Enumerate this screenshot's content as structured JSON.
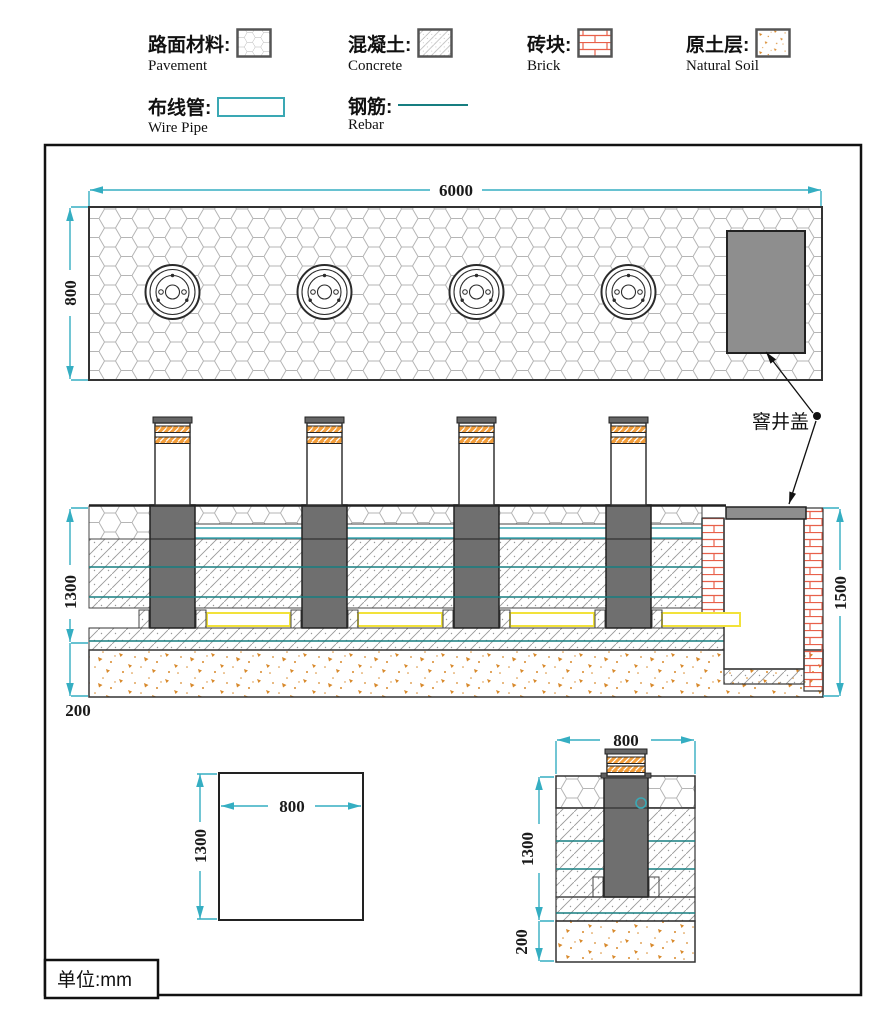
{
  "page": {
    "units_label": "单位:mm"
  },
  "legend": {
    "items": [
      {
        "id": "pavement",
        "label_cn": "路面材料:",
        "label_en": "Pavement"
      },
      {
        "id": "concrete",
        "label_cn": "混凝土:",
        "label_en": "Concrete"
      },
      {
        "id": "brick",
        "label_cn": "砖块:",
        "label_en": "Brick"
      },
      {
        "id": "soil",
        "label_cn": "原土层:",
        "label_en": "Natural Soil"
      },
      {
        "id": "wire-pipe",
        "label_cn": "布线管:",
        "label_en": "Wire Pipe"
      },
      {
        "id": "rebar",
        "label_cn": "钢筋:",
        "label_en": "Rebar"
      }
    ]
  },
  "plan_view": {
    "length_dim": "6000",
    "width_dim": "800"
  },
  "section_view": {
    "depth_dim": "1300",
    "subbase_dim": "200",
    "pit_depth_dim": "1500",
    "manhole_cover_label": "窨井盖"
  },
  "detail_plan": {
    "width_dim": "800",
    "height_dim": "1300"
  },
  "detail_section": {
    "width_dim": "800",
    "depth_dim": "1300",
    "subbase_dim": "200"
  },
  "colors": {
    "dimension": "#35aec2",
    "wire_pipe": "#3aa8b4",
    "rebar": "#177e80",
    "brick": "#e8604a",
    "soil": "#d8892b",
    "reflective_band": "#f29d3a",
    "cable_duct": "#f2e23a",
    "column": "#6f6f6f",
    "manhole_cover": "#8e8e8e",
    "outline": "#222222"
  }
}
